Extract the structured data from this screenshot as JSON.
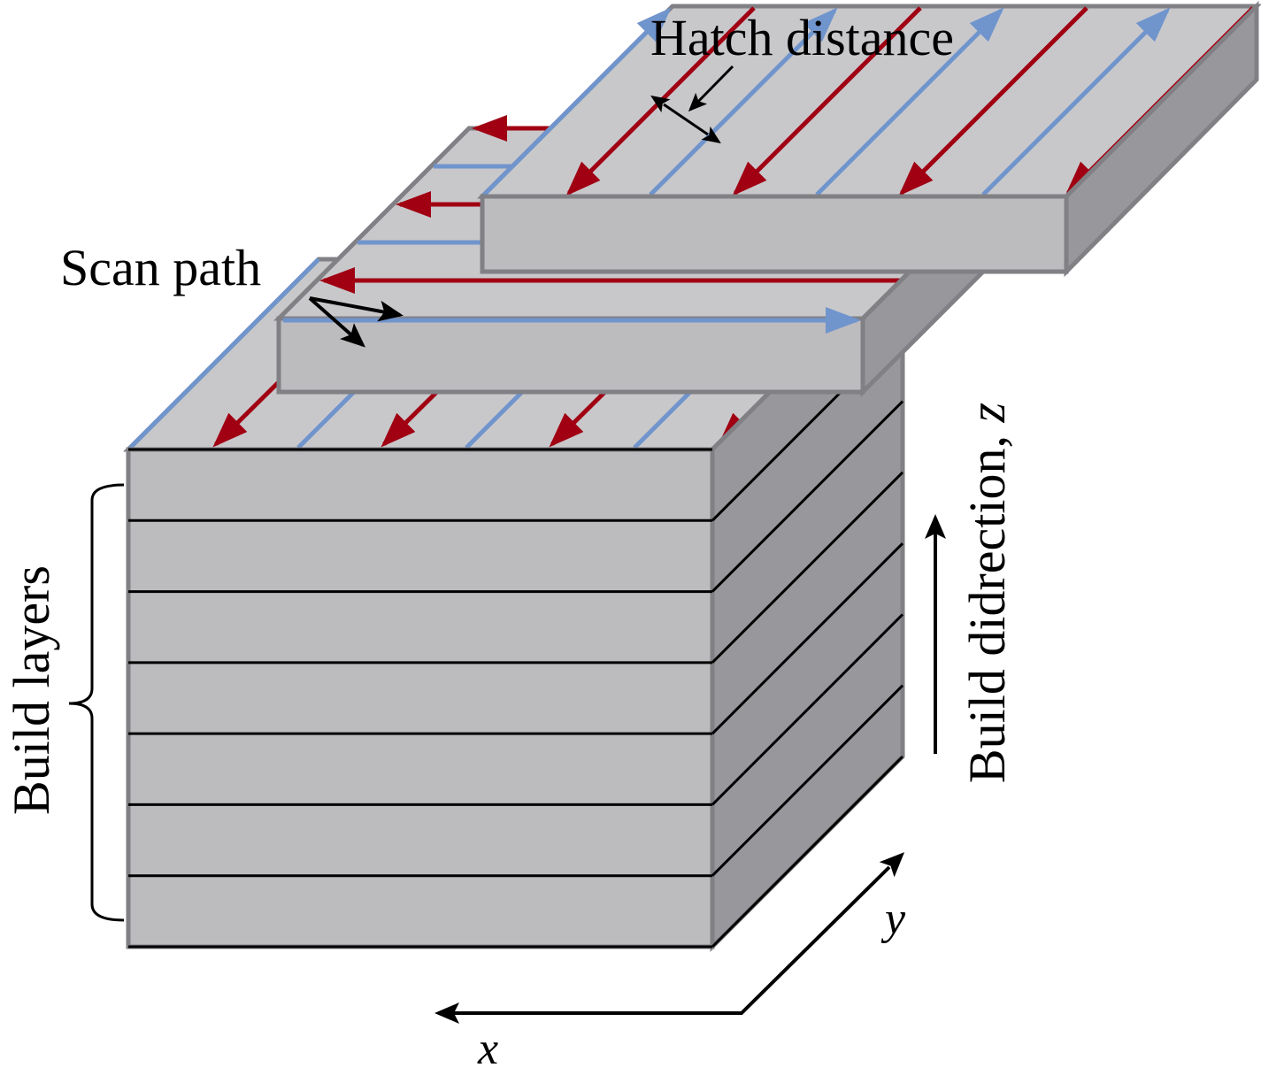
{
  "labels": {
    "hatch_distance": "Hatch distance",
    "scan_path": "Scan path",
    "build_layers": "Build layers",
    "build_direction": "Build didrection, ",
    "build_direction_axis": "z",
    "axis_x": "x",
    "axis_y": "y"
  },
  "colors": {
    "top_face": "#c8c8cb",
    "front_face": "#bcbbbe",
    "side_face": "#98979c",
    "edge": "#808085",
    "scan_blue": "#7094cc",
    "scan_red": "#a00012"
  },
  "build_layer_count": 7
}
